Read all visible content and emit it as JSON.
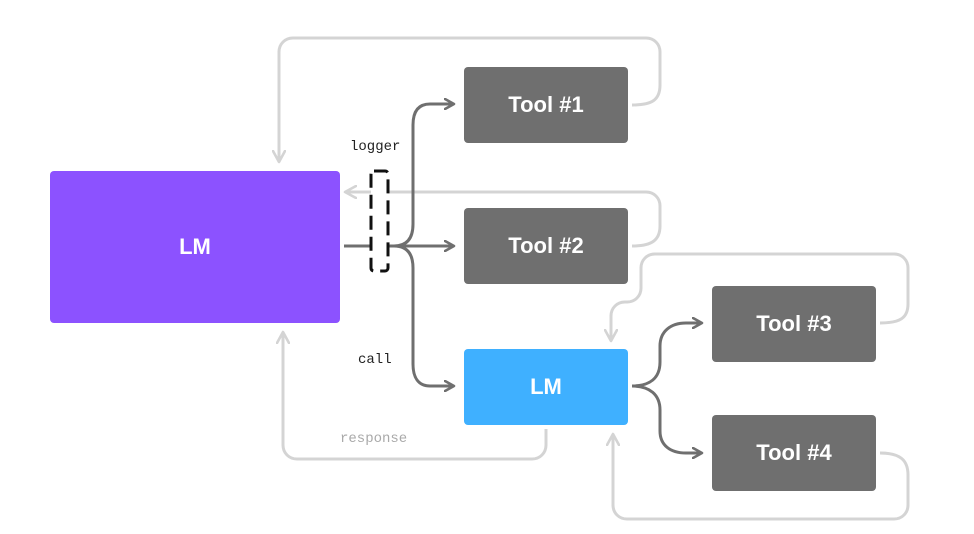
{
  "nodes": {
    "lm_main": "LM",
    "lm_sub": "LM",
    "tool1": "Tool #1",
    "tool2": "Tool #2",
    "tool3": "Tool #3",
    "tool4": "Tool #4"
  },
  "labels": {
    "logger": "logger",
    "call": "call",
    "response": "response"
  },
  "colors": {
    "lm_main": "#8c52ff",
    "lm_sub": "#3fb0ff",
    "tool": "#6f6f6f",
    "arrow_dark": "#6f6f6f",
    "arrow_light": "#d4d4d4"
  }
}
